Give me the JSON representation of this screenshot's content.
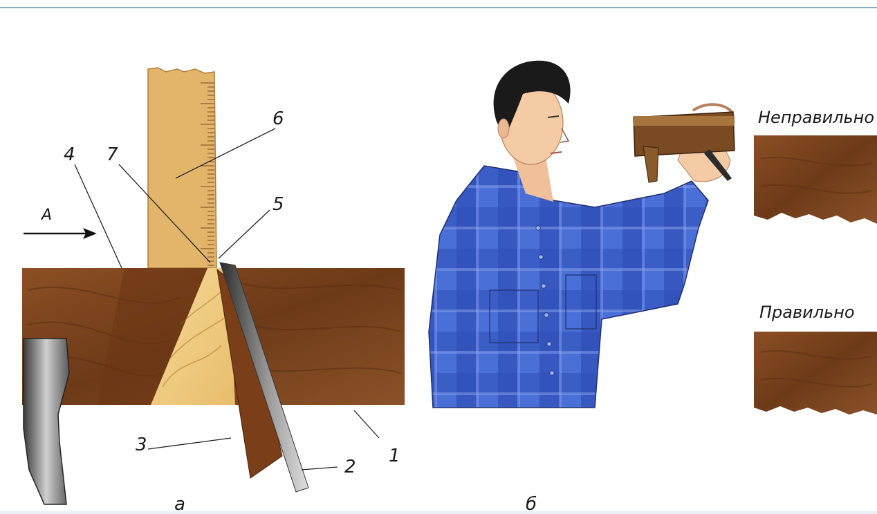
{
  "figure": {
    "panel_a": {
      "label": "а",
      "callouts": {
        "n1": "1",
        "n2": "2",
        "n3": "3",
        "n4": "4",
        "n5": "5",
        "n6": "6",
        "n7": "7",
        "direction": "А"
      }
    },
    "panel_b": {
      "label": "б",
      "wrong_label": "Неправильно",
      "right_label": "Правильно"
    }
  },
  "colors": {
    "dark_wood": "#7b4520",
    "light_wood": "#f2cd86",
    "ruler": "#e2b56a",
    "shirt": "#3b5bc0",
    "hair": "#1a1a1a",
    "skin": "#f5cba6"
  }
}
